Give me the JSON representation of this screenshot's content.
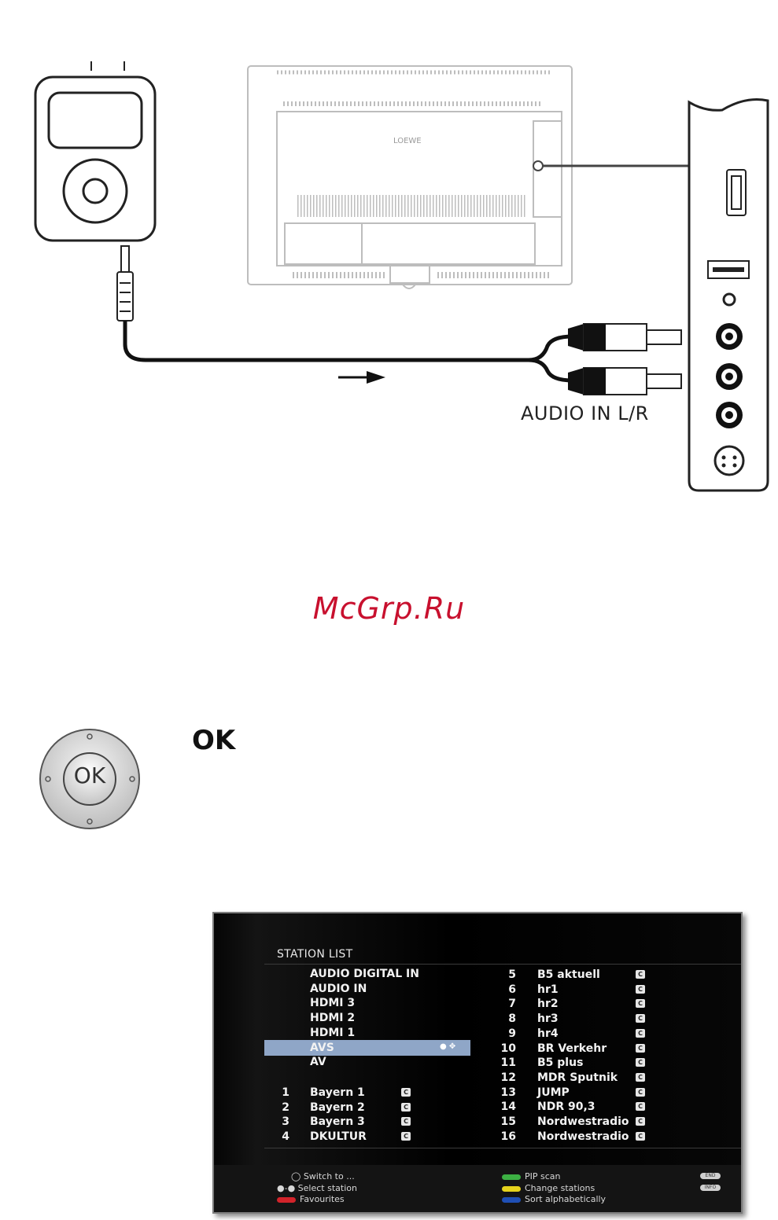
{
  "diagram": {
    "audio_in_label": "AUDIO IN L/R",
    "tv_brand": "LOEWE"
  },
  "watermark": "McGrp.Ru",
  "ok_heading": "OK",
  "ok_button_label": "OK",
  "station_list": {
    "title": "STATION LIST",
    "sources": [
      "AUDIO DIGITAL IN",
      "AUDIO IN",
      "HDMI 3",
      "HDMI 2",
      "HDMI 1",
      "AVS",
      "AV"
    ],
    "selected": "AVS",
    "badge_label": "C",
    "left_stations": [
      {
        "num": "1",
        "name": "Bayern 1"
      },
      {
        "num": "2",
        "name": "Bayern 2"
      },
      {
        "num": "3",
        "name": "Bayern 3"
      },
      {
        "num": "4",
        "name": "DKULTUR"
      }
    ],
    "right_stations": [
      {
        "num": "5",
        "name": "B5 aktuell"
      },
      {
        "num": "6",
        "name": "hr1"
      },
      {
        "num": "7",
        "name": "hr2"
      },
      {
        "num": "8",
        "name": "hr3"
      },
      {
        "num": "9",
        "name": "hr4"
      },
      {
        "num": "10",
        "name": "BR Verkehr"
      },
      {
        "num": "11",
        "name": "B5 plus"
      },
      {
        "num": "12",
        "name": "MDR Sputnik"
      },
      {
        "num": "13",
        "name": "JUMP"
      },
      {
        "num": "14",
        "name": "NDR 90,3"
      },
      {
        "num": "15",
        "name": "Nordwestradio"
      },
      {
        "num": "16",
        "name": "Nordwestradio"
      }
    ],
    "legend": {
      "switch_to": "Switch to ...",
      "select_station": "Select station",
      "favourites": "Favourites",
      "pip_scan": "PIP scan",
      "change_stations": "Change stations",
      "sort_alphabetically": "Sort alphabetically",
      "end_key": "END",
      "info_key": "INFO"
    },
    "colors": {
      "selection": "#8fa6c7",
      "green": "#3cb043",
      "yellow": "#e6d31c",
      "red": "#d2232a",
      "blue": "#1f4fb5"
    }
  }
}
